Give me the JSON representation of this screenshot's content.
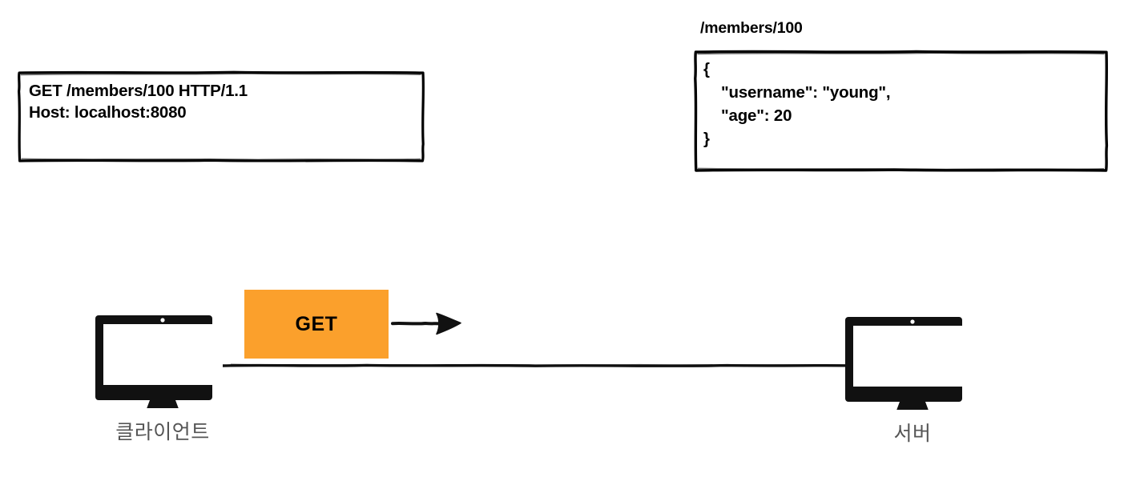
{
  "diagram": {
    "title": "HTTP GET request/response between client and server",
    "background_color": "#ffffff",
    "accent_color": "#fba02c",
    "label_color": "#555555",
    "ink_color": "#000000"
  },
  "request": {
    "line1": "GET /members/100 HTTP/1.1",
    "line2": "Host: localhost:8080"
  },
  "resource": {
    "path_label": "/members/100"
  },
  "response": {
    "line1": "{",
    "line2": "    \"username\": \"young\",",
    "line3": "    \"age\": 20",
    "line4": "}"
  },
  "flow": {
    "method_label": "GET",
    "arrow_direction": "right"
  },
  "nodes": {
    "client": {
      "label": "클라이언트",
      "icon": "desktop-monitor-icon"
    },
    "server": {
      "label": "서버",
      "icon": "desktop-monitor-icon"
    }
  }
}
